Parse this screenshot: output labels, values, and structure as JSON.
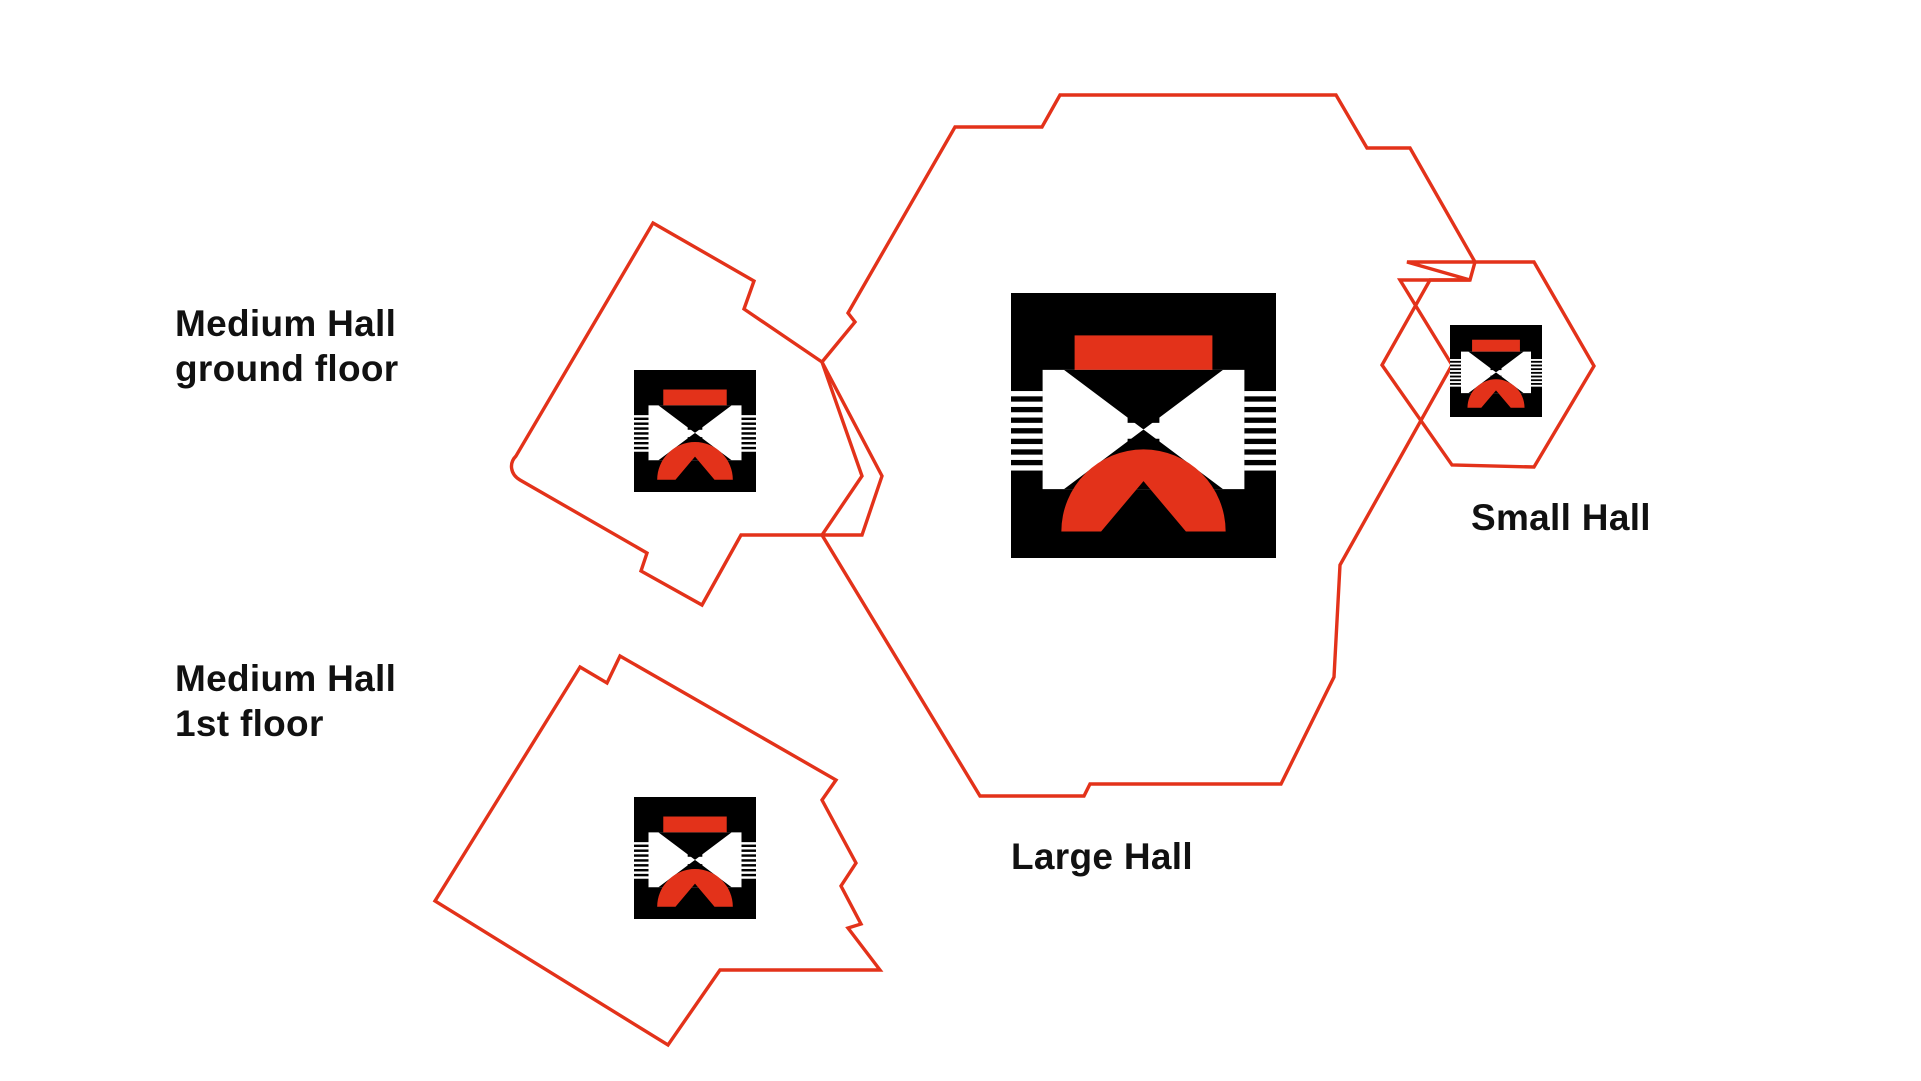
{
  "colors": {
    "outline": "#e3321a",
    "logo_background": "#000000",
    "logo_accent": "#e3321a",
    "logo_light": "#ffffff",
    "text": "#111111"
  },
  "halls": [
    {
      "id": "medium-ground",
      "label_lines": [
        "Medium Hall",
        "ground floor"
      ],
      "icon": "venue-logo-icon"
    },
    {
      "id": "medium-first",
      "label_lines": [
        "Medium Hall",
        "1st floor"
      ],
      "icon": "venue-logo-icon"
    },
    {
      "id": "large",
      "label_lines": [
        "Large Hall"
      ],
      "icon": "venue-logo-icon"
    },
    {
      "id": "small",
      "label_lines": [
        "Small Hall"
      ],
      "icon": "venue-logo-icon"
    }
  ]
}
